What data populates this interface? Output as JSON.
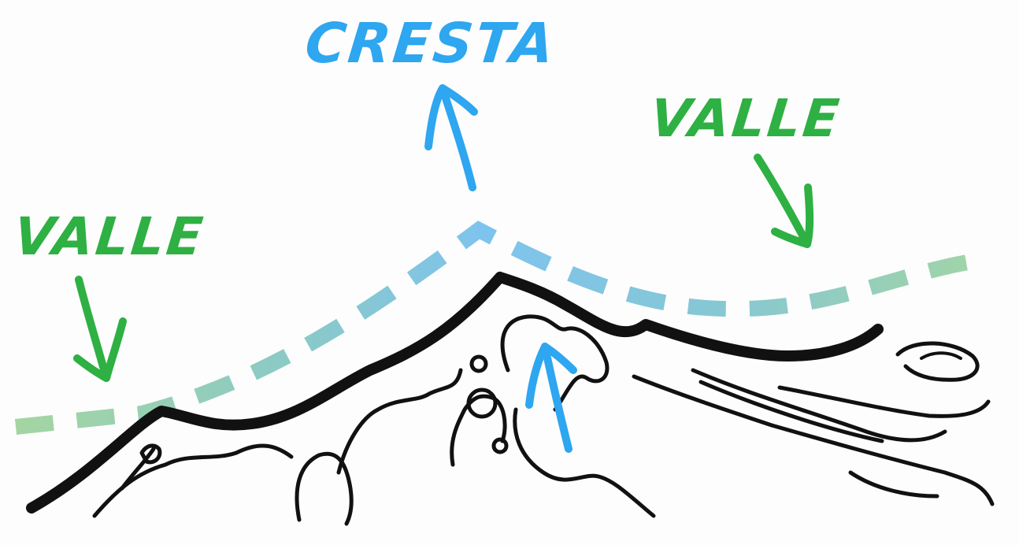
{
  "labels": {
    "cresta": "CRESTA",
    "valle_left": "VALLE",
    "valle_right": "VALLE"
  },
  "colors": {
    "crest_blue": "#2ea6f0",
    "valley_green": "#2eb043",
    "wave_blue": "#7ec3ee",
    "wave_green": "#a5d6a0",
    "ink": "#111111"
  },
  "icons": [
    "arrow-up-icon",
    "arrow-down-icon"
  ]
}
